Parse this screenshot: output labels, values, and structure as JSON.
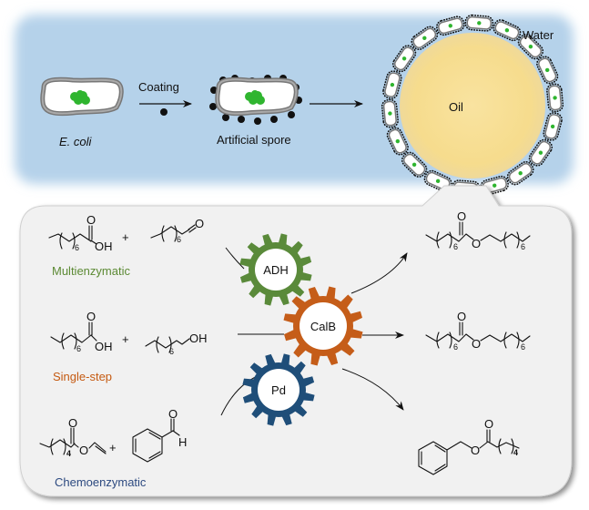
{
  "top_panel": {
    "background": "#b5d2ea",
    "ecoli_label": "E. coli",
    "coating_label": "Coating",
    "spore_label": "Artificial spore",
    "oil_label": "Oil",
    "water_label": "Water",
    "oil_color": "#f7dc8f",
    "enzyme_color": "#2fb52f"
  },
  "bottom_panel": {
    "background": "#f1f1f1",
    "routes": [
      {
        "name": "Multienzymatic",
        "color": "#5c8a34",
        "reactant_1": {
          "type": "carboxylic acid",
          "repeat": "6",
          "group": "OH",
          "carbonyl": "O"
        },
        "reactant_2": {
          "type": "aldehyde",
          "repeat": "6",
          "group": "O"
        },
        "product": {
          "type": "ester",
          "acyl_repeat": "6",
          "alkyl_repeat": "6",
          "O_label": "O",
          "carbonyl": "O"
        }
      },
      {
        "name": "Single-step",
        "color": "#c55a11",
        "reactant_1": {
          "type": "carboxylic acid",
          "repeat": "6",
          "group": "OH",
          "carbonyl": "O"
        },
        "reactant_2": {
          "type": "alcohol",
          "repeat": "6",
          "group": "OH"
        },
        "product": {
          "type": "ester",
          "acyl_repeat": "6",
          "alkyl_repeat": "6",
          "O_label": "O",
          "carbonyl": "O"
        }
      },
      {
        "name": "Chemoenzymatic",
        "color": "#2d4a80",
        "reactant_1": {
          "type": "vinyl ester",
          "repeat": "4",
          "O_label": "O",
          "carbonyl": "O"
        },
        "reactant_2": {
          "type": "benzaldehyde",
          "group": "H",
          "carbonyl": "O"
        },
        "product": {
          "type": "benzyl ester",
          "repeat": "4",
          "O_label": "O",
          "carbonyl": "O"
        }
      }
    ],
    "plus_sign": "+",
    "gears": [
      {
        "label": "ADH",
        "color": "#5a8a3a"
      },
      {
        "label": "CalB",
        "color": "#c55d19"
      },
      {
        "label": "Pd",
        "color": "#1f4e79"
      }
    ]
  }
}
